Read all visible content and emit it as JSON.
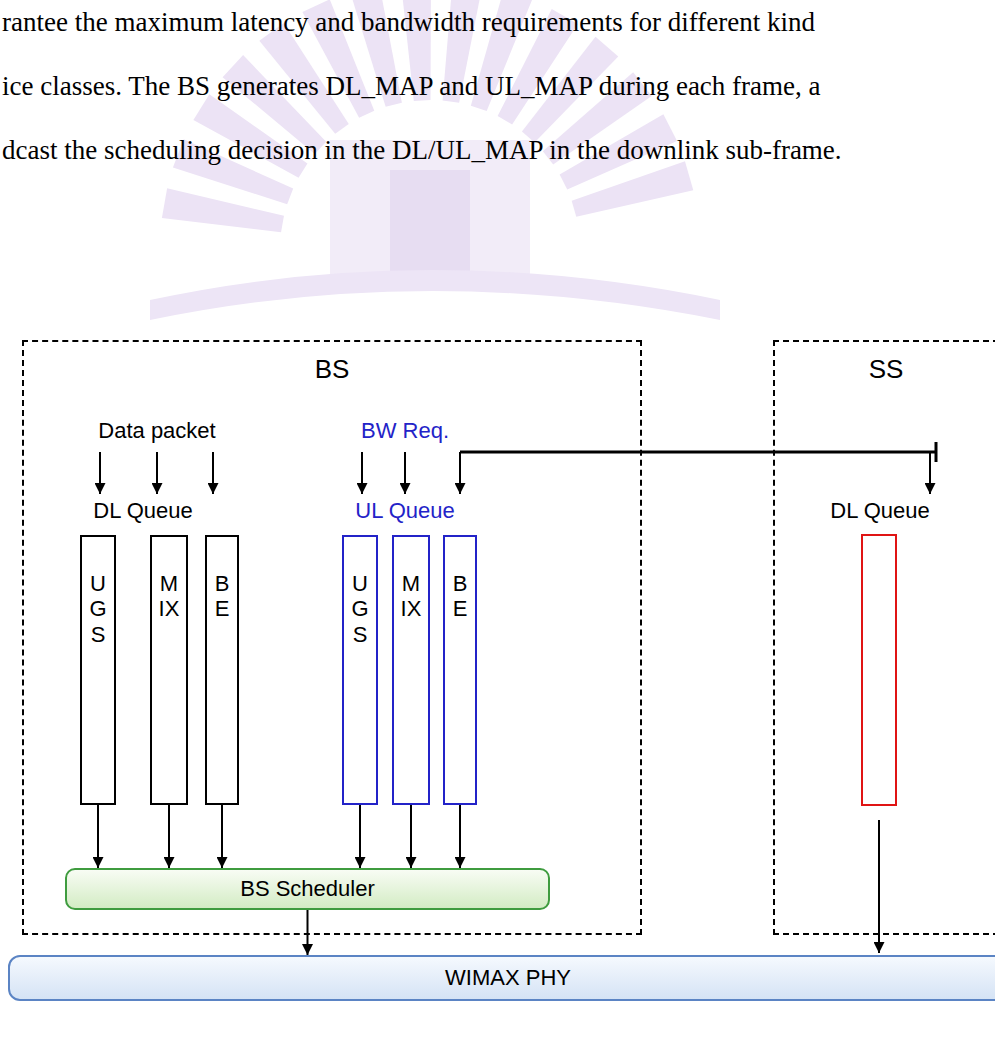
{
  "diagram": {
    "nodes": [
      {
        "text": [
          "BS"
        ]
      },
      {
        "text": [
          "UGS"
        ],
        "in": 0
      },
      {
        "text": [
          "MIX"
        ],
        "in": 0
      },
      {
        "text": [
          "BE"
        ],
        "in": 0
      },
      {
        "text": [
          "UGS"
        ],
        "in": 0
      },
      {
        "text": [
          "MIX"
        ],
        "in": 0
      },
      {
        "text": [
          "BE"
        ],
        "in": 0
      },
      {
        "text": [
          "BS Scheduler"
        ],
        "in": 0
      },
      {
        "text": [
          "SS"
        ]
      },
      {
        "text": [
          "WIMAX PHY"
        ]
      }
    ],
    "edges": [
      {
        "from": 1,
        "to": 7,
        "arrow": "to"
      },
      {
        "from": 2,
        "to": 7,
        "arrow": "to"
      },
      {
        "from": 3,
        "to": 7,
        "arrow": "to"
      },
      {
        "from": 4,
        "to": 7,
        "arrow": "to"
      },
      {
        "from": 5,
        "to": 7,
        "arrow": "to"
      },
      {
        "from": 6,
        "to": 7,
        "arrow": "to"
      },
      {
        "from": 7,
        "to": 9,
        "arrow": "to"
      }
    ],
    "labels": [
      "rantee the maximum latency and bandwidth requirements for different kind",
      "ice classes. The BS generates DL_MAP and UL_MAP during each frame, a",
      "dcast the scheduling decision in the DL/UL_MAP in the downlink sub-frame.",
      "Data packet",
      "DL Queue",
      "BW Req.",
      "UL Queue",
      "DL Queue"
    ]
  }
}
